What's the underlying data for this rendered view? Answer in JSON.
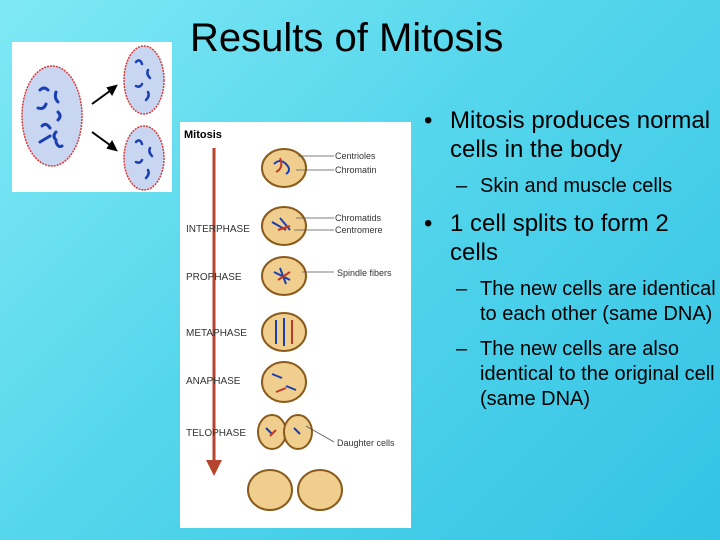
{
  "slide": {
    "title": "Results of Mitosis"
  },
  "diagram": {
    "heading": "Mitosis",
    "phases": [
      "INTERPHASE",
      "PROPHASE",
      "METAPHASE",
      "ANAPHASE",
      "TELOPHASE"
    ],
    "labels": [
      "Centrioles",
      "Chromatin",
      "Chromatids",
      "Centromere",
      "Spindle fibers",
      "Daughter cells"
    ]
  },
  "bullets": [
    {
      "text": "Mitosis produces normal cells in the body",
      "sub": [
        "Skin and muscle cells"
      ]
    },
    {
      "text": "1 cell splits to form 2 cells",
      "sub": [
        "The new cells are identical to each other (same DNA)",
        "The new cells are also identical to the original cell (same DNA)"
      ]
    }
  ],
  "symbols": {
    "bullet": "•",
    "dash": "–"
  },
  "colors": {
    "chromosome": "#1a3fb0",
    "cell_fill": "#c9d6f2",
    "cell_border": "#d33b3b",
    "arrow": "#b5452c"
  }
}
